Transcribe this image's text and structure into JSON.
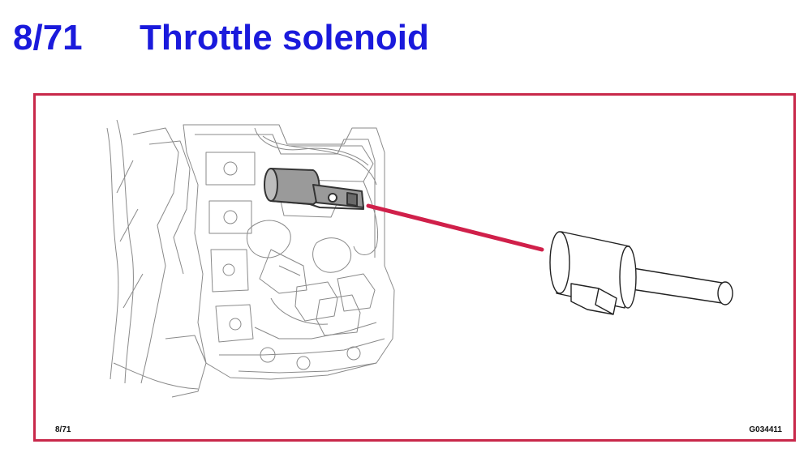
{
  "header": {
    "slide_number": "8/71",
    "title": "Throttle solenoid"
  },
  "figure": {
    "ref_left": "8/71",
    "ref_right": "G034411"
  },
  "colors": {
    "title": "#1a1adc",
    "frame": "#c8284a",
    "callout_line": "#d0204a",
    "highlight_fill": "#9a9a9a"
  },
  "icons": {
    "transmission": "valve-body-drawing",
    "solenoid": "throttle-solenoid-icon"
  }
}
